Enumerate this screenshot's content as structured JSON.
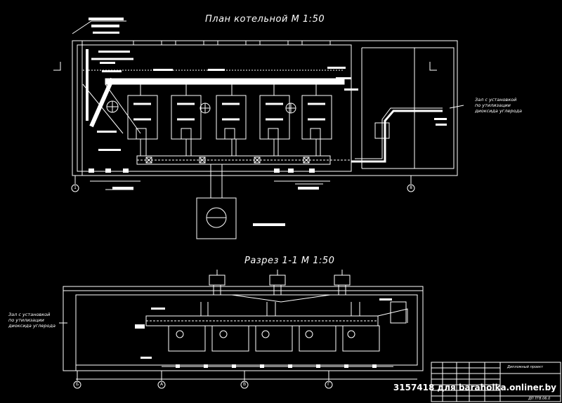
{
  "plan": {
    "title": "План котельной М 1:50",
    "room_note_1": "Зал с установкой",
    "room_note_2": "по утилизации",
    "room_note_3": "диоксида углерода"
  },
  "section": {
    "title": "Разрез 1-1 М 1:50",
    "room_note_1": "Зал с установкой",
    "room_note_2": "по утилизации",
    "room_note_3": "диоксида углерода"
  },
  "axes": {
    "plan_left": "1",
    "plan_right": "8",
    "sec_a": "Б",
    "sec_b": "А",
    "sec_c": "В",
    "sec_d": "Г"
  },
  "stamp": {
    "title": "Дипломный проект",
    "code": "ДП.ТГВ.06.0"
  },
  "watermark": "3157418 для baraholka.onliner.by"
}
